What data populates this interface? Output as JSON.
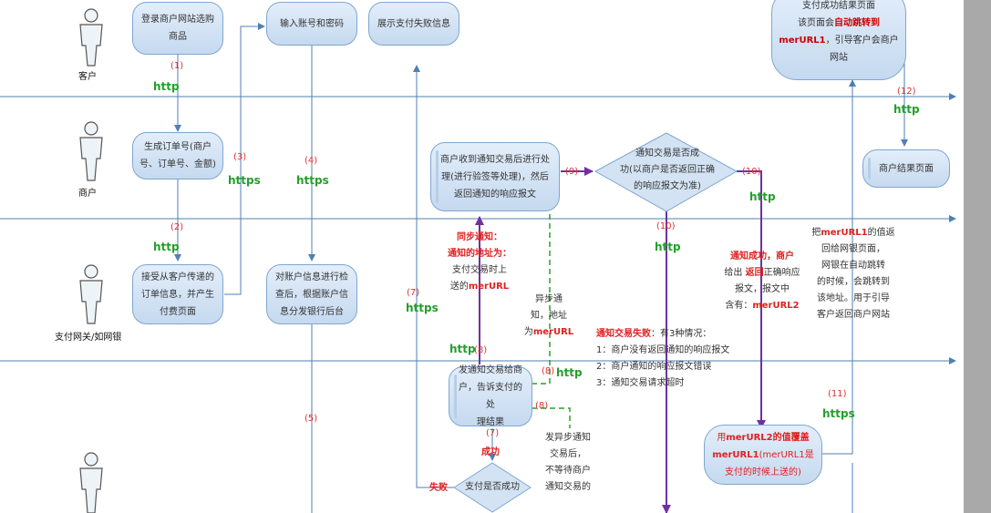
{
  "roles": {
    "customer": "客户",
    "merchant": "商户",
    "gateway": "支付网关/如网银"
  },
  "nodes": {
    "login": "登录商户网站选购\n商品",
    "input_account": "输入账号和密码",
    "show_fail": "展示支付失败信息",
    "success_page_1": "支付成功结果页面\n该页面会",
    "success_page_auto": "自动跳转到",
    "success_page_url": "merURL1",
    "success_page_2": "，引导客户会商户\n网站",
    "gen_order": "生成订单号(商户\n号、订单号、金额)",
    "merchant_receive": "商户收到通知交易后进行处\n理(进行验签等处理)，然后\n返回通知的响应报文",
    "notify_success_check": "通知交易是否成\n功(以商户是否返回正确\n的响应报文为准)",
    "merchant_result": "商户结果页面",
    "accept_order": "接受从客户传递的\n订单信息，并产生\n付费页面",
    "verify_account": "对账户信息进行检\n查后，根据账户信\n息分发银行后台",
    "notify_merchant": "发通知交易给商\n户，告诉支付的处\n理结果",
    "override_1": "用",
    "override_2": "merURL2的值覆盖",
    "override_3": "merURL1",
    "override_4": "(merURL1是\n支付的时候上送的)",
    "pay_success_check": "支付是否成功"
  },
  "steps": {
    "s1": "(1)",
    "s2": "(2)",
    "s3": "(3)",
    "s4": "(4)",
    "s5": "(5)",
    "s7a": "(7)",
    "s7b": "(7)",
    "s8a": "(8)",
    "s8b": "(8)",
    "s8c": "(8)",
    "s9": "(9)",
    "s10a": "(10)",
    "s10b": "(10)",
    "s11": "(11)",
    "s12": "(12)"
  },
  "protocols": {
    "http": "http",
    "https": "https"
  },
  "labels": {
    "sync_title": "同步通知：",
    "sync_addr": "通知的地址为：",
    "sync_body_1": "支付交易时上\n送的",
    "sync_url": "merURL",
    "async_1": "异步通\n知，地址\n为",
    "async_url": "merURL",
    "fail_title": "通知交易失败",
    "fail_intro": "：有3种情况：",
    "fail_list": "1：商户没有返回通知的响应报文\n2：商户通知的响应报文错误\n3：通知交易请求超时",
    "notify_ok_1": "通知成功，商户",
    "notify_ok_2": "给出 ",
    "notify_ok_3": "返回",
    "notify_ok_4": "正确响应\n报文，报文中\n含有：",
    "notify_ok_url": "merURL2",
    "replace_1": "把",
    "replace_url": "merURL1",
    "replace_2": "的值返\n回给网银页面，\n网银在自动跳转\n的时候，会跳转到\n该地址。用于引导\n客户返回商户网站",
    "after_async": "发异步通知\n交易后，\n不等待商户\n通知交易的",
    "success": "成功",
    "fail": "失败"
  },
  "colors": {
    "lane": "#4f7fb5",
    "flow": "#4f7fb5",
    "purple": "#7030a0",
    "green_dash": "#2ca02c",
    "red": "#e02020",
    "green": "#22a02a"
  }
}
